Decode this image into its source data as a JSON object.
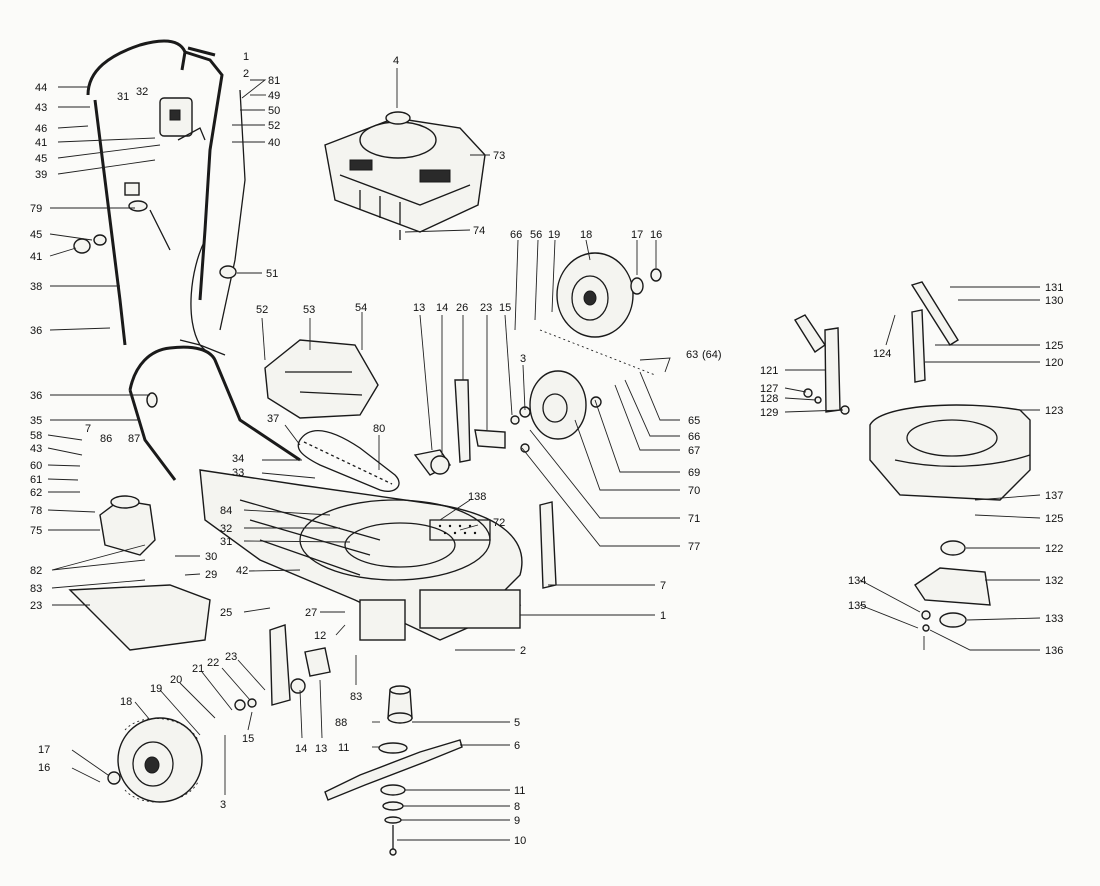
{
  "callouts": [
    {
      "id": "c44",
      "text": "44"
    },
    {
      "id": "c43a",
      "text": "43"
    },
    {
      "id": "c46",
      "text": "46"
    },
    {
      "id": "c41a",
      "text": "41"
    },
    {
      "id": "c45a",
      "text": "45"
    },
    {
      "id": "c39",
      "text": "39"
    },
    {
      "id": "c31a",
      "text": "31"
    },
    {
      "id": "c32a",
      "text": "32"
    },
    {
      "id": "c79",
      "text": "79"
    },
    {
      "id": "c45b",
      "text": "45"
    },
    {
      "id": "c41b",
      "text": "41"
    },
    {
      "id": "c38",
      "text": "38"
    },
    {
      "id": "c36a",
      "text": "36"
    },
    {
      "id": "c36b",
      "text": "36"
    },
    {
      "id": "c35",
      "text": "35"
    },
    {
      "id": "c58",
      "text": "58"
    },
    {
      "id": "c43b",
      "text": "43"
    },
    {
      "id": "c60",
      "text": "60"
    },
    {
      "id": "c61",
      "text": "61"
    },
    {
      "id": "c62",
      "text": "62"
    },
    {
      "id": "c78",
      "text": "78"
    },
    {
      "id": "c75",
      "text": "75"
    },
    {
      "id": "c82",
      "text": "82"
    },
    {
      "id": "c83a",
      "text": "83"
    },
    {
      "id": "c23a",
      "text": "23"
    },
    {
      "id": "c7a",
      "text": "7"
    },
    {
      "id": "c86",
      "text": "86"
    },
    {
      "id": "c87",
      "text": "87"
    },
    {
      "id": "c1a",
      "text": "1"
    },
    {
      "id": "c2a",
      "text": "2"
    },
    {
      "id": "c81",
      "text": "81"
    },
    {
      "id": "c49",
      "text": "49"
    },
    {
      "id": "c50",
      "text": "50"
    },
    {
      "id": "c52a",
      "text": "52"
    },
    {
      "id": "c40",
      "text": "40"
    },
    {
      "id": "c4",
      "text": "4"
    },
    {
      "id": "c73",
      "text": "73"
    },
    {
      "id": "c74",
      "text": "74"
    },
    {
      "id": "c51",
      "text": "51"
    },
    {
      "id": "c52b",
      "text": "52"
    },
    {
      "id": "c53",
      "text": "53"
    },
    {
      "id": "c54",
      "text": "54"
    },
    {
      "id": "c37",
      "text": "37"
    },
    {
      "id": "c34",
      "text": "34"
    },
    {
      "id": "c33",
      "text": "33"
    },
    {
      "id": "c84",
      "text": "84"
    },
    {
      "id": "c32b",
      "text": "32"
    },
    {
      "id": "c31b",
      "text": "31"
    },
    {
      "id": "c30",
      "text": "30"
    },
    {
      "id": "c29",
      "text": "29"
    },
    {
      "id": "c42",
      "text": "42"
    },
    {
      "id": "c25",
      "text": "25"
    },
    {
      "id": "c27",
      "text": "27"
    },
    {
      "id": "c12",
      "text": "12"
    },
    {
      "id": "c80",
      "text": "80"
    },
    {
      "id": "c13a",
      "text": "13"
    },
    {
      "id": "c14a",
      "text": "14"
    },
    {
      "id": "c26",
      "text": "26"
    },
    {
      "id": "c23b",
      "text": "23"
    },
    {
      "id": "c15a",
      "text": "15"
    },
    {
      "id": "c3a",
      "text": "3"
    },
    {
      "id": "c138",
      "text": "138"
    },
    {
      "id": "c72",
      "text": "72"
    },
    {
      "id": "c66a",
      "text": "66"
    },
    {
      "id": "c56",
      "text": "56"
    },
    {
      "id": "c19a",
      "text": "19"
    },
    {
      "id": "c18a",
      "text": "18"
    },
    {
      "id": "c17a",
      "text": "17"
    },
    {
      "id": "c16a",
      "text": "16"
    },
    {
      "id": "c63",
      "text": "63"
    },
    {
      "id": "c64",
      "text": "(64)"
    },
    {
      "id": "c65",
      "text": "65"
    },
    {
      "id": "c66b",
      "text": "66"
    },
    {
      "id": "c67",
      "text": "67"
    },
    {
      "id": "c69",
      "text": "69"
    },
    {
      "id": "c70",
      "text": "70"
    },
    {
      "id": "c71",
      "text": "71"
    },
    {
      "id": "c77",
      "text": "77"
    },
    {
      "id": "c7b",
      "text": "7"
    },
    {
      "id": "c1b",
      "text": "1"
    },
    {
      "id": "c2b",
      "text": "2"
    },
    {
      "id": "c83b",
      "text": "83"
    },
    {
      "id": "c88",
      "text": "88"
    },
    {
      "id": "c5",
      "text": "5"
    },
    {
      "id": "c11a",
      "text": "11"
    },
    {
      "id": "c6",
      "text": "6"
    },
    {
      "id": "c11b",
      "text": "11"
    },
    {
      "id": "c8",
      "text": "8"
    },
    {
      "id": "c9",
      "text": "9"
    },
    {
      "id": "c10",
      "text": "10"
    },
    {
      "id": "c14b",
      "text": "14"
    },
    {
      "id": "c13b",
      "text": "13"
    },
    {
      "id": "c18b",
      "text": "18"
    },
    {
      "id": "c19b",
      "text": "19"
    },
    {
      "id": "c20",
      "text": "20"
    },
    {
      "id": "c21",
      "text": "21"
    },
    {
      "id": "c22",
      "text": "22"
    },
    {
      "id": "c23c",
      "text": "23"
    },
    {
      "id": "c15b",
      "text": "15"
    },
    {
      "id": "c3b",
      "text": "3"
    },
    {
      "id": "c17b",
      "text": "17"
    },
    {
      "id": "c16b",
      "text": "16"
    },
    {
      "id": "c131",
      "text": "131"
    },
    {
      "id": "c130",
      "text": "130"
    },
    {
      "id": "c124",
      "text": "124"
    },
    {
      "id": "c125a",
      "text": "125"
    },
    {
      "id": "c120",
      "text": "120"
    },
    {
      "id": "c121",
      "text": "121"
    },
    {
      "id": "c127",
      "text": "127"
    },
    {
      "id": "c128",
      "text": "128"
    },
    {
      "id": "c129",
      "text": "129"
    },
    {
      "id": "c123",
      "text": "123"
    },
    {
      "id": "c137",
      "text": "137"
    },
    {
      "id": "c125b",
      "text": "125"
    },
    {
      "id": "c122",
      "text": "122"
    },
    {
      "id": "c134",
      "text": "134"
    },
    {
      "id": "c132",
      "text": "132"
    },
    {
      "id": "c135",
      "text": "135"
    },
    {
      "id": "c133",
      "text": "133"
    },
    {
      "id": "c136",
      "text": "136"
    }
  ]
}
